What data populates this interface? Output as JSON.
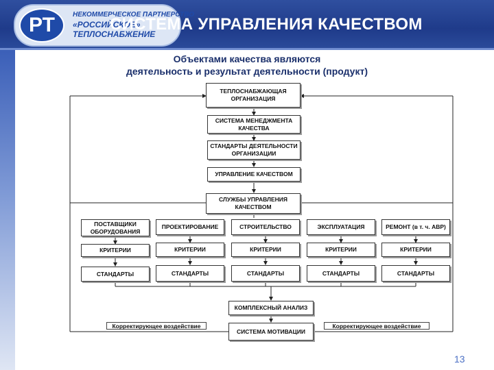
{
  "header": {
    "title": "СИСТЕМА УПРАВЛЕНИЯ КАЧЕСТВОМ",
    "logo": {
      "letters": "РТ",
      "line1": "НЕКОММЕРЧЕСКОЕ ПАРТНЕРСТВО",
      "line2": "«РОССИЙСКОЕ»",
      "line3": "ТЕПЛОСНАБЖЕНИЕ"
    }
  },
  "subtitle": {
    "line1": "Объектами качества являются",
    "line2": "деятельность и результат деятельности (продукт)"
  },
  "diagram": {
    "top_chain": {
      "org": "ТЕПЛОСНАБЖАЮЩАЯ ОРГАНИЗАЦИЯ",
      "sms": "СИСТЕМА МЕНЕДЖМЕНТА КАЧЕСТВА",
      "std_org": "СТАНДАРТЫ ДЕЯТЕЛЬНОСТИ ОРГАНИЗАЦИИ",
      "uk": "УПРАВЛЕНИЕ КАЧЕСТВОМ",
      "services": "СЛУЖБЫ УПРАВЛЕНИЯ КАЧЕСТВОМ"
    },
    "columns": [
      {
        "head": "ПОСТАВЩИКИ ОБОРУДОВАНИЯ",
        "criteria": "КРИТЕРИИ",
        "standards": "СТАНДАРТЫ"
      },
      {
        "head": "ПРОЕКТИРОВАНИЕ",
        "criteria": "КРИТЕРИИ",
        "standards": "СТАНДАРТЫ"
      },
      {
        "head": "СТРОИТЕЛЬСТВО",
        "criteria": "КРИТЕРИИ",
        "standards": "СТАНДАРТЫ"
      },
      {
        "head": "ЭКСПЛУАТАЦИЯ",
        "criteria": "КРИТЕРИИ",
        "standards": "СТАНДАРТЫ"
      },
      {
        "head": "РЕМОНТ (в т. ч. АВР)",
        "criteria": "КРИТЕРИИ",
        "standards": "СТАНДАРТЫ"
      }
    ],
    "analysis": "КОМПЛЕКСНЫЙ АНАЛИЗ",
    "motivation": "СИСТЕМА МОТИВАЦИИ",
    "corrective_left": "Корректирующее воздействие",
    "corrective_right": "Корректирующее воздействие"
  },
  "page_number": "13"
}
